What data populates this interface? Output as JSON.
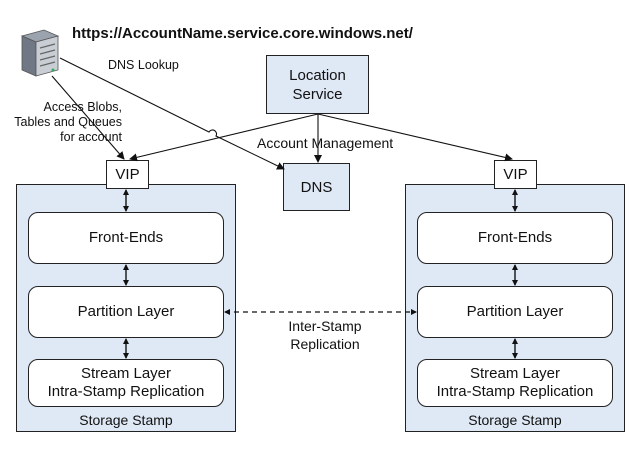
{
  "url": "https://AccountName.service.core.windows.net/",
  "labels": {
    "dns_lookup": "DNS Lookup",
    "access_line1": "Access Blobs,",
    "access_line2": "Tables and Queues",
    "access_line3": "for account",
    "account_management": "Account Management",
    "inter_stamp_line1": "Inter-Stamp",
    "inter_stamp_line2": "Replication"
  },
  "location_service": {
    "line1": "Location",
    "line2": "Service"
  },
  "dns": "DNS",
  "stamps": [
    {
      "vip": "VIP",
      "front_ends": "Front-Ends",
      "partition_layer": "Partition Layer",
      "stream_line1": "Stream Layer",
      "stream_line2": "Intra-Stamp Replication",
      "caption": "Storage Stamp"
    },
    {
      "vip": "VIP",
      "front_ends": "Front-Ends",
      "partition_layer": "Partition Layer",
      "stream_line1": "Stream Layer",
      "stream_line2": "Intra-Stamp Replication",
      "caption": "Storage Stamp"
    }
  ],
  "icons": {
    "client": "server-computer-icon"
  },
  "colors": {
    "box_fill": "#dfe8f5",
    "line": "#222222"
  }
}
